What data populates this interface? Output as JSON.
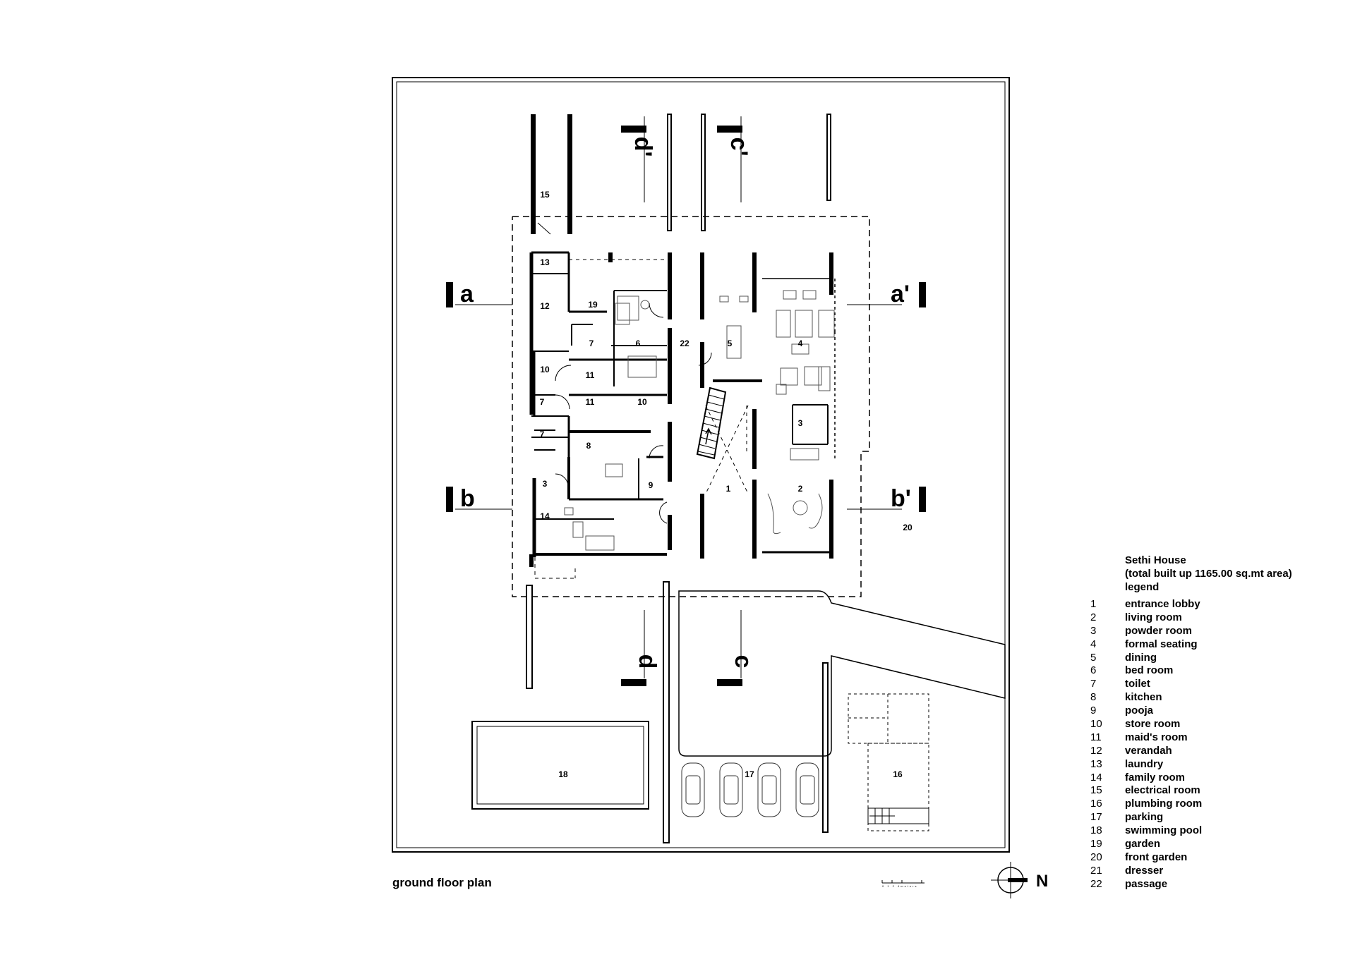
{
  "plan_title": "ground floor plan",
  "north_label": "N",
  "scale_label": "0 1 2 4meters",
  "legend": {
    "title": "Sethi House",
    "subtitle": "(total built up 1165.00 sq.mt area)",
    "heading": "legend",
    "items": [
      {
        "num": "1",
        "name": "entrance lobby"
      },
      {
        "num": "2",
        "name": "living room"
      },
      {
        "num": "3",
        "name": "powder room"
      },
      {
        "num": "4",
        "name": "formal seating"
      },
      {
        "num": "5",
        "name": "dining"
      },
      {
        "num": "6",
        "name": "bed room"
      },
      {
        "num": "7",
        "name": "toilet"
      },
      {
        "num": "8",
        "name": "kitchen"
      },
      {
        "num": "9",
        "name": "pooja"
      },
      {
        "num": "10",
        "name": "store room"
      },
      {
        "num": "11",
        "name": "maid's room"
      },
      {
        "num": "12",
        "name": "verandah"
      },
      {
        "num": "13",
        "name": "laundry"
      },
      {
        "num": "14",
        "name": "family room"
      },
      {
        "num": "15",
        "name": "electrical room"
      },
      {
        "num": "16",
        "name": "plumbing room"
      },
      {
        "num": "17",
        "name": "parking"
      },
      {
        "num": "18",
        "name": "swimming pool"
      },
      {
        "num": "19",
        "name": "garden"
      },
      {
        "num": "20",
        "name": "front garden"
      },
      {
        "num": "21",
        "name": "dresser"
      },
      {
        "num": "22",
        "name": "passage"
      }
    ]
  },
  "section_markers": [
    "a",
    "a'",
    "b",
    "b'",
    "c",
    "c'",
    "d",
    "d'"
  ],
  "room_numbers": [
    "1",
    "2",
    "3",
    "3",
    "4",
    "5",
    "6",
    "7",
    "7",
    "7",
    "8",
    "9",
    "10",
    "10",
    "11",
    "11",
    "12",
    "13",
    "14",
    "15",
    "16",
    "17",
    "18",
    "19",
    "20",
    "22"
  ]
}
